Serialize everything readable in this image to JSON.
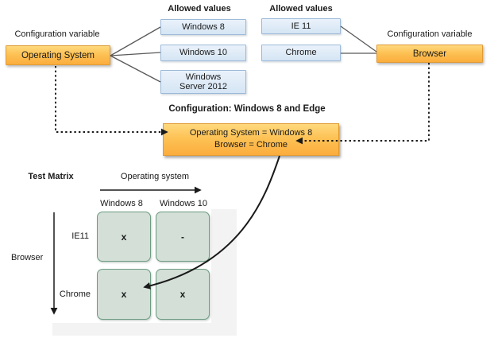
{
  "os_group": {
    "variable_label": "Configuration variable",
    "variable_name": "Operating System",
    "allowed_values_header": "Allowed values",
    "values": [
      "Windows 8",
      "Windows 10",
      "Windows Server 2012"
    ]
  },
  "browser_group": {
    "variable_label": "Configuration variable",
    "variable_name": "Browser",
    "allowed_values_header": "Allowed values",
    "values": [
      "IE 11",
      "Chrome"
    ]
  },
  "configuration": {
    "title": "Configuration: Windows 8 and Edge",
    "lines": [
      "Operating System = Windows 8",
      "Browser = Chrome"
    ]
  },
  "test_matrix": {
    "title": "Test Matrix",
    "column_axis_label": "Operating system",
    "row_axis_label": "Browser",
    "column_headers": [
      "Windows 8",
      "Windows 10"
    ],
    "row_headers": [
      "IE11",
      "Chrome"
    ],
    "cells": [
      [
        "x",
        "-"
      ],
      [
        "x",
        "x"
      ]
    ]
  },
  "colors": {
    "variable_box_fill": "#FBAD3C",
    "variable_box_border": "#E09B35",
    "value_box_fill": "#D5E5F4",
    "value_box_border": "#9CB9D8",
    "matrix_cell_fill": "#D3DFD7",
    "matrix_cell_border": "#6D9C82",
    "connector_line": "#595959",
    "arrow_color": "#1A1A1A",
    "panel_gray": "#F3F3F3"
  }
}
